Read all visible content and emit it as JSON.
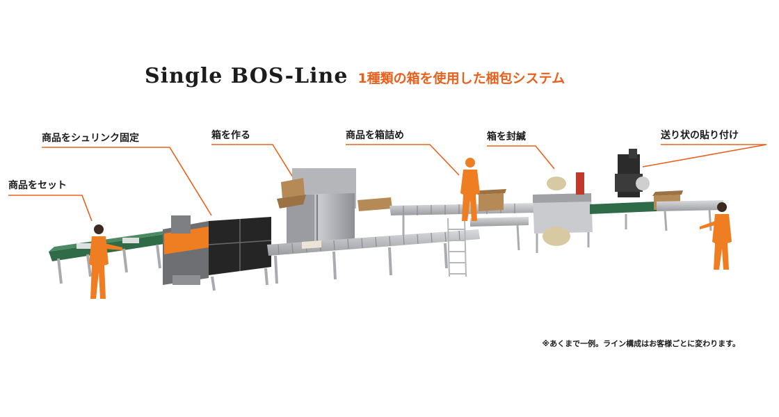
{
  "title": {
    "main": "Single BOS-Line",
    "subtitle": "1種類の箱を使用した梱包システム"
  },
  "stations": [
    {
      "label": "商品をセット"
    },
    {
      "label": "商品をシュリンク固定"
    },
    {
      "label": "箱を作る"
    },
    {
      "label": "商品を箱詰め"
    },
    {
      "label": "箱を封緘"
    },
    {
      "label": "送り状の貼り付け"
    }
  ],
  "note": "※あくまで一例。ライン構成はお客様ごとに変わります。",
  "colors": {
    "accent": "#e8601c",
    "leader_line": "#e8601c",
    "worker": "#ef7d21",
    "machine_gray": "#8f9196",
    "conveyor_green": "#2f6b47",
    "machine_dark": "#2b2b2b",
    "box_brown": "#b68a57"
  }
}
